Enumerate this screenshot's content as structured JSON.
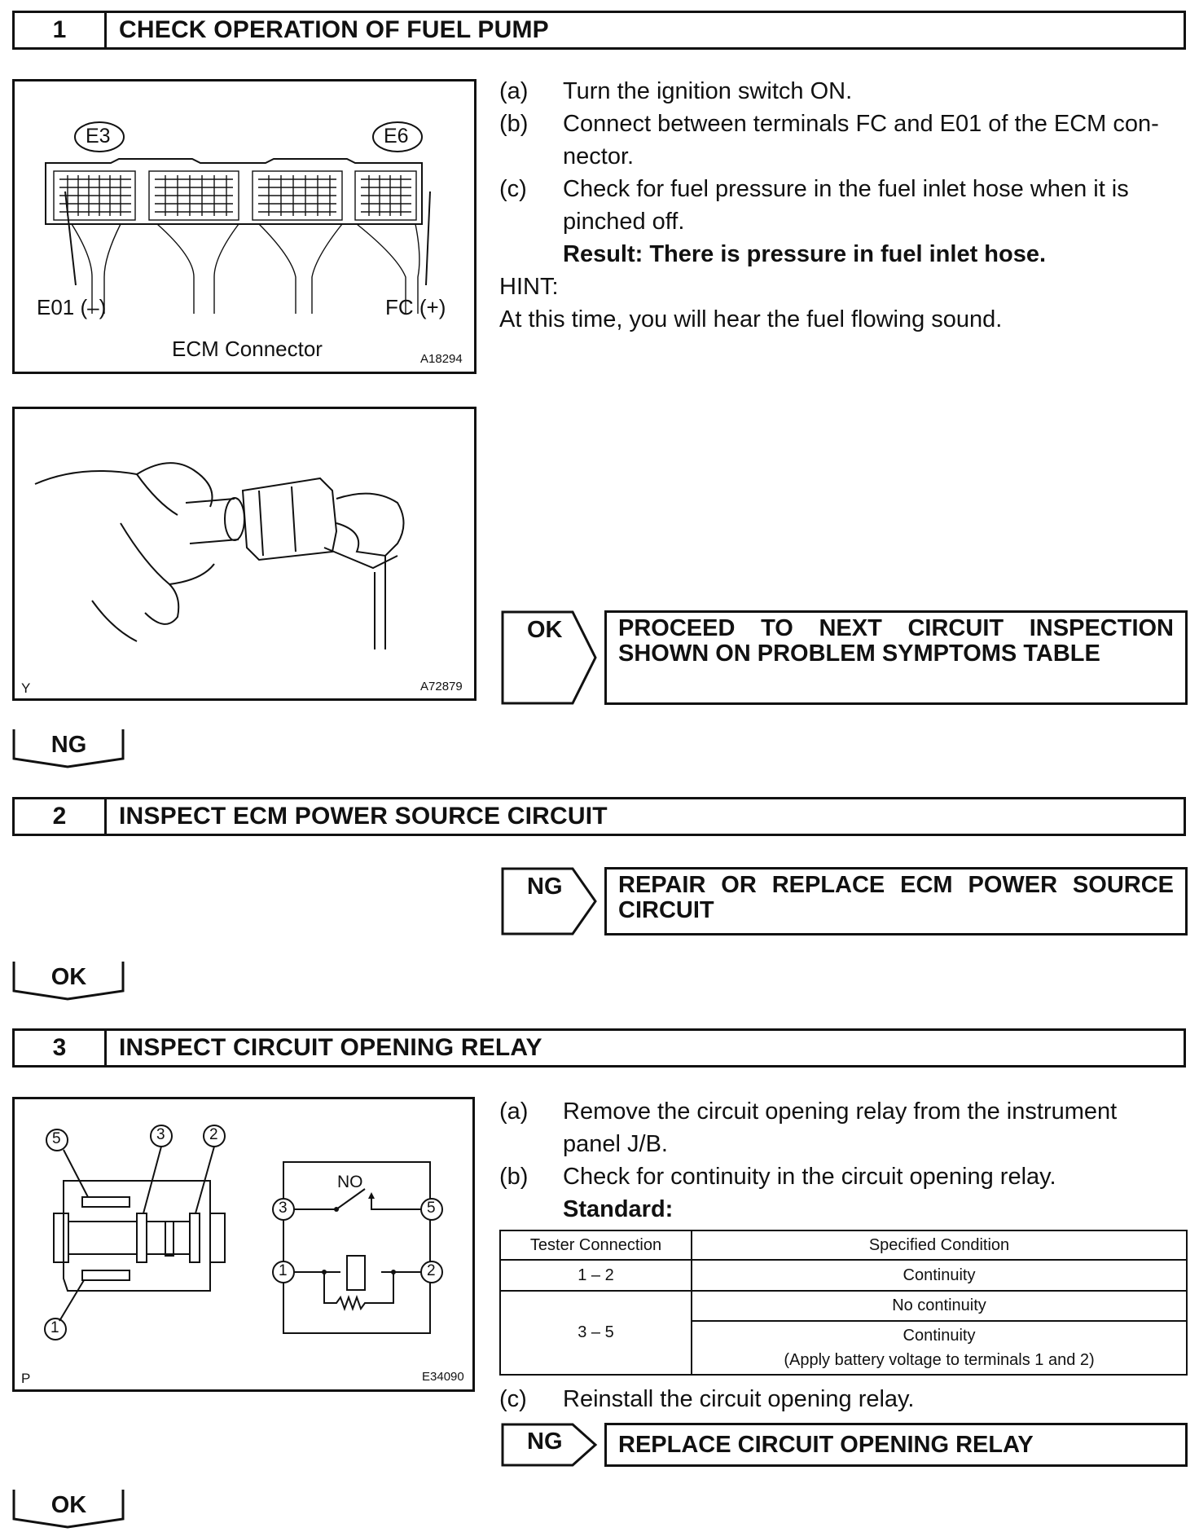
{
  "step1": {
    "number": "1",
    "title": "CHECK OPERATION OF FUEL PUMP",
    "figure1": {
      "label_e3": "E3",
      "label_e6": "E6",
      "label_e01": "E01 (–)",
      "label_fc": "FC (+)",
      "caption": "ECM Connector",
      "code": "A18294"
    },
    "figure2": {
      "corner": "Y",
      "code": "A72879"
    },
    "instructions": [
      {
        "label": "(a)",
        "text": "Turn the ignition switch ON."
      },
      {
        "label": "(b)",
        "text1": "Connect between terminals FC and E01 of the ECM con-",
        "text2": "nector."
      },
      {
        "label": "(c)",
        "text1": "Check for fuel pressure in the fuel inlet hose when it is",
        "text2": "pinched off."
      }
    ],
    "result": "Result: There is pressure in fuel inlet hose.",
    "hint_label": "HINT:",
    "hint_text": "At this time, you will hear the fuel flowing sound.",
    "ok_label": "OK",
    "ok_result_line1": "PROCEED TO NEXT CIRCUIT INSPECTION",
    "ok_result_line2": "SHOWN ON PROBLEM SYMPTOMS TABLE",
    "ng_tag": "NG"
  },
  "step2": {
    "number": "2",
    "title": "INSPECT ECM POWER SOURCE CIRCUIT",
    "ng_label": "NG",
    "ng_result_line1": "REPAIR OR REPLACE ECM POWER SOURCE",
    "ng_result_line2": "CIRCUIT",
    "ok_tag": "OK"
  },
  "step3": {
    "number": "3",
    "title": "INSPECT CIRCUIT OPENING RELAY",
    "figure": {
      "corner": "P",
      "code": "E34090",
      "no_label": "NO",
      "pins": [
        "1",
        "2",
        "3",
        "5"
      ]
    },
    "instructions": [
      {
        "label": "(a)",
        "text1": "Remove the circuit opening relay from the instrument",
        "text2": "panel J/B."
      },
      {
        "label": "(b)",
        "text": "Check for continuity in the circuit opening relay."
      }
    ],
    "standard": "Standard:",
    "table": {
      "headers": [
        "Tester Connection",
        "Specified Condition"
      ],
      "row1": {
        "connection": "1 – 2",
        "condition": "Continuity"
      },
      "row2": {
        "connection": "3 – 5",
        "condition_a": "No continuity",
        "condition_b": "Continuity",
        "condition_b_note": "(Apply battery voltage to terminals 1 and 2)"
      }
    },
    "instruction_c": {
      "label": "(c)",
      "text": "Reinstall the circuit opening relay."
    },
    "ng_label": "NG",
    "ng_result": "REPLACE CIRCUIT OPENING RELAY",
    "ok_tag": "OK"
  }
}
